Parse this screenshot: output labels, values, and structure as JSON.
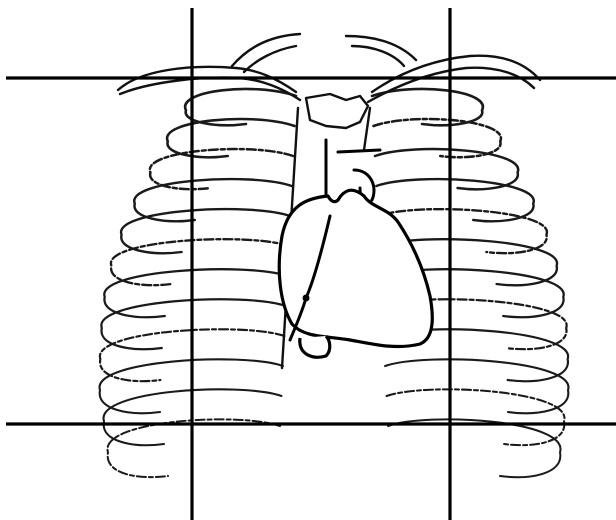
{
  "figure": {
    "subject": "chest-xray-outline",
    "components": [
      "rib-cage",
      "clavicles",
      "sternum",
      "heart",
      "aorta",
      "vertical-lines",
      "horizontal-lines"
    ],
    "colors": {
      "background": "#ffffff",
      "lines": "#000000"
    }
  }
}
